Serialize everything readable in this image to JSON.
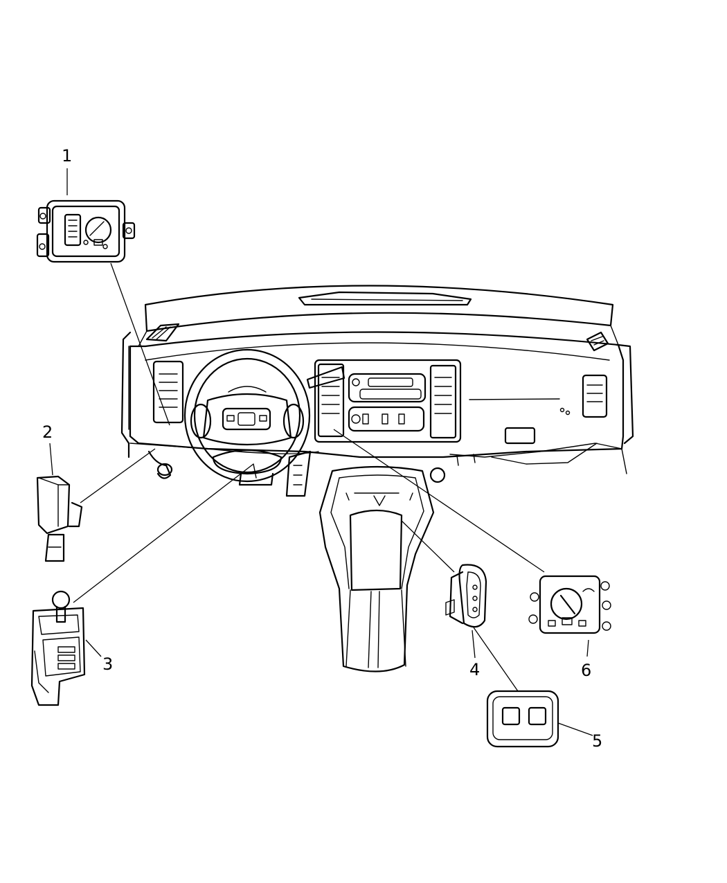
{
  "callouts": [
    "1",
    "2",
    "3",
    "4",
    "5",
    "6"
  ]
}
